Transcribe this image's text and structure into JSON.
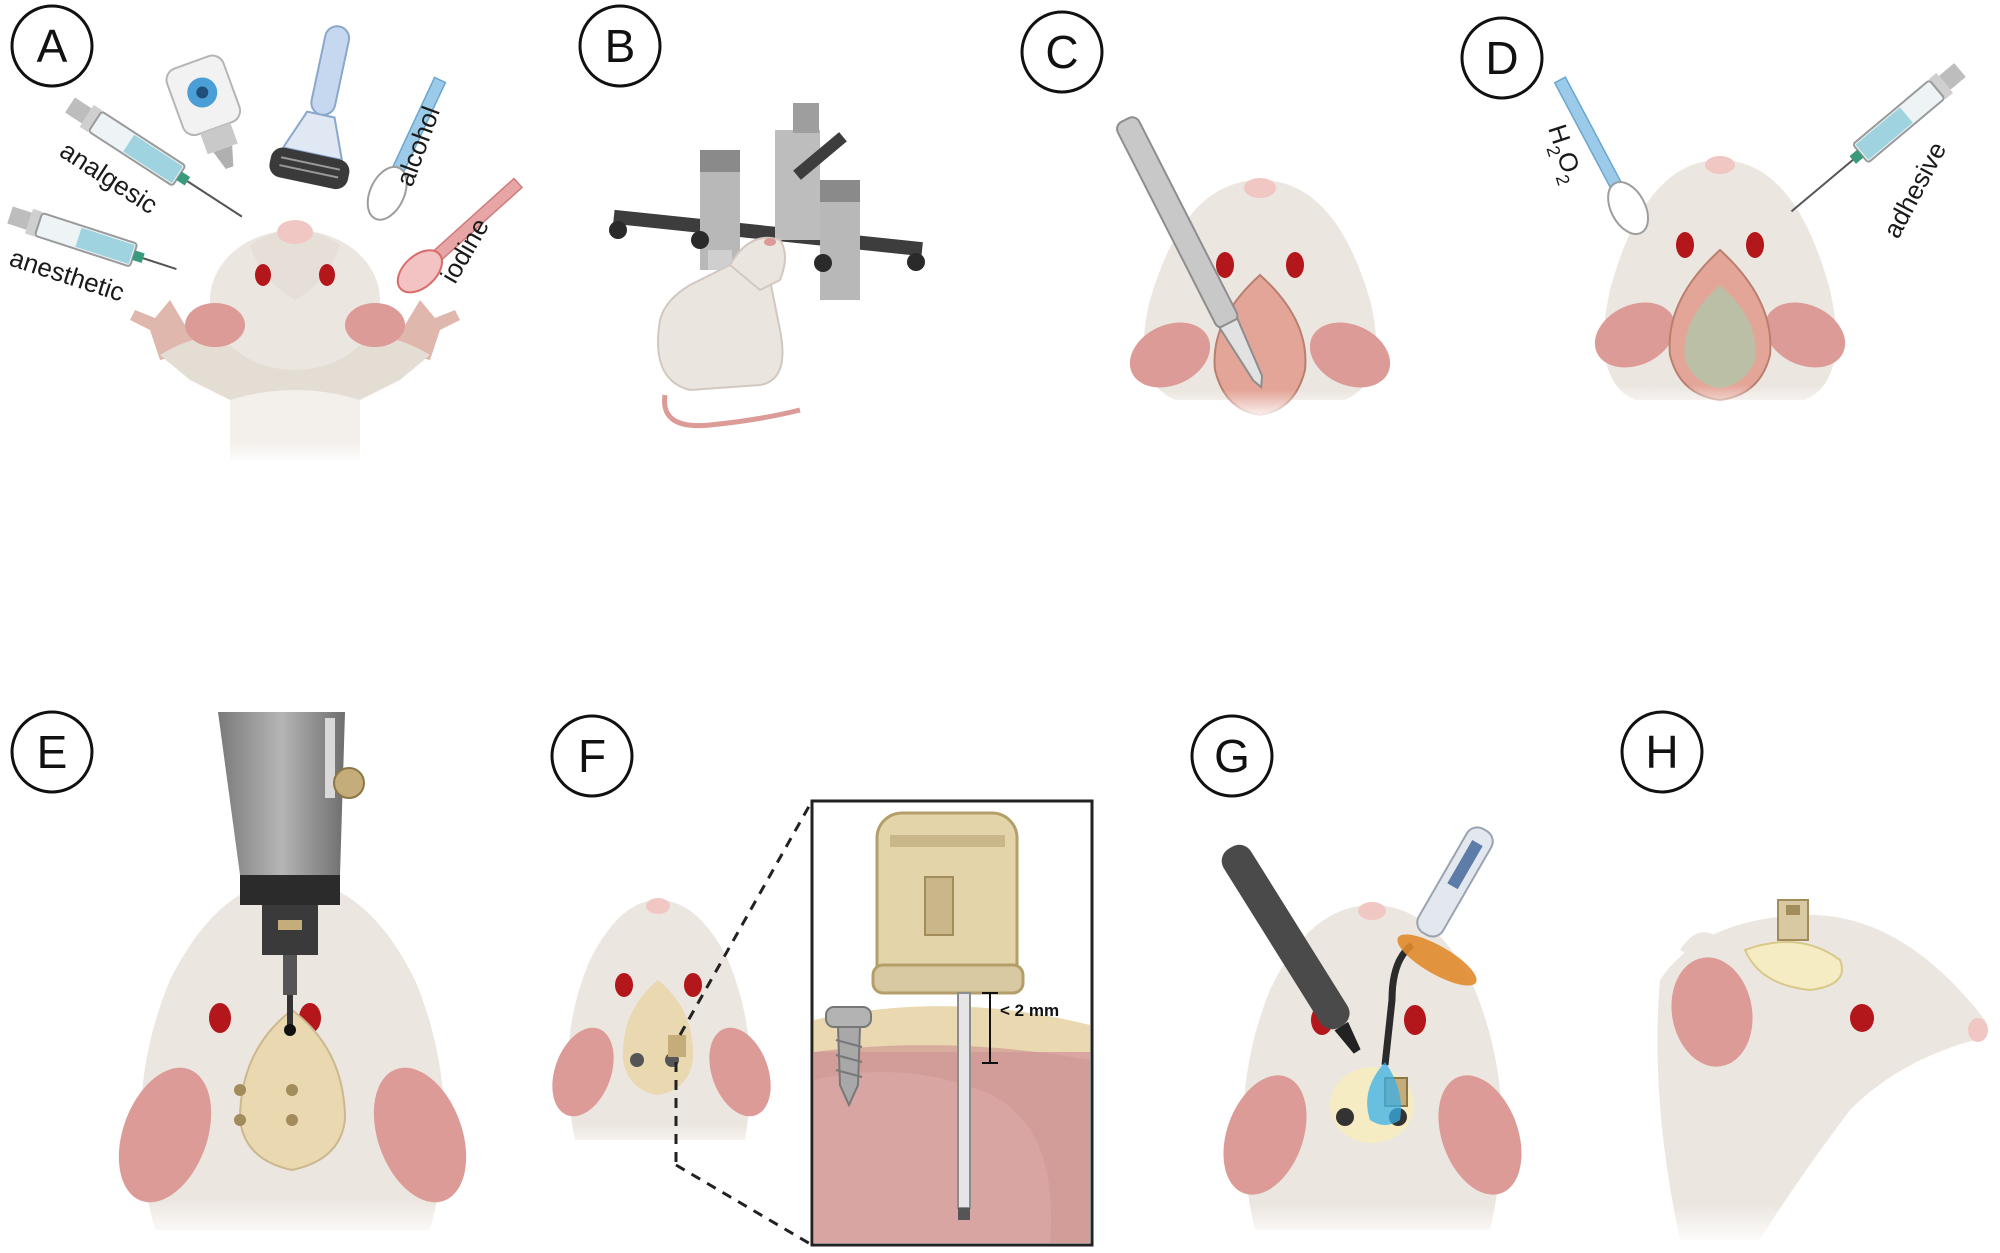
{
  "panels": {
    "A": {
      "letter": "A",
      "labels": {
        "analgesic": "analgesic",
        "anesthetic": "anesthetic",
        "alcohol": "alcohol",
        "iodine": "iodine"
      }
    },
    "B": {
      "letter": "B"
    },
    "C": {
      "letter": "C"
    },
    "D": {
      "letter": "D",
      "labels": {
        "peroxide_base_h": "H",
        "peroxide_sub1": "2",
        "peroxide_base_o": "O",
        "peroxide_sub2": "2",
        "adhesive": "adhesive"
      }
    },
    "E": {
      "letter": "E"
    },
    "F": {
      "letter": "F",
      "inset": {
        "measurement": "< 2 mm"
      }
    },
    "G": {
      "letter": "G"
    },
    "H": {
      "letter": "H"
    }
  },
  "colors": {
    "fur": "#ece6e0",
    "fur_shade": "#d9d1c9",
    "ear_pink": "#dc9b96",
    "eye_red": "#b3161b",
    "skin_cut": "#e3a597",
    "skull": "#e9d8b0",
    "implant": "#d9c9a2",
    "metal": "#a3a3a3",
    "metal_dark": "#555555",
    "liquid_blue": "#5bb4df",
    "iodine_red": "#d96b6b",
    "cure_light": "#3ab0e8",
    "filter_orange": "#e08a2c",
    "cement": "#f5ecc3"
  },
  "icons": [
    "syringe-icon",
    "eye-drops-icon",
    "razor-icon",
    "swab-icon",
    "stereotaxic-frame-icon",
    "scalpel-icon",
    "drill-icon",
    "skull-screw-icon",
    "cannula-icon",
    "uv-cure-light-icon"
  ]
}
